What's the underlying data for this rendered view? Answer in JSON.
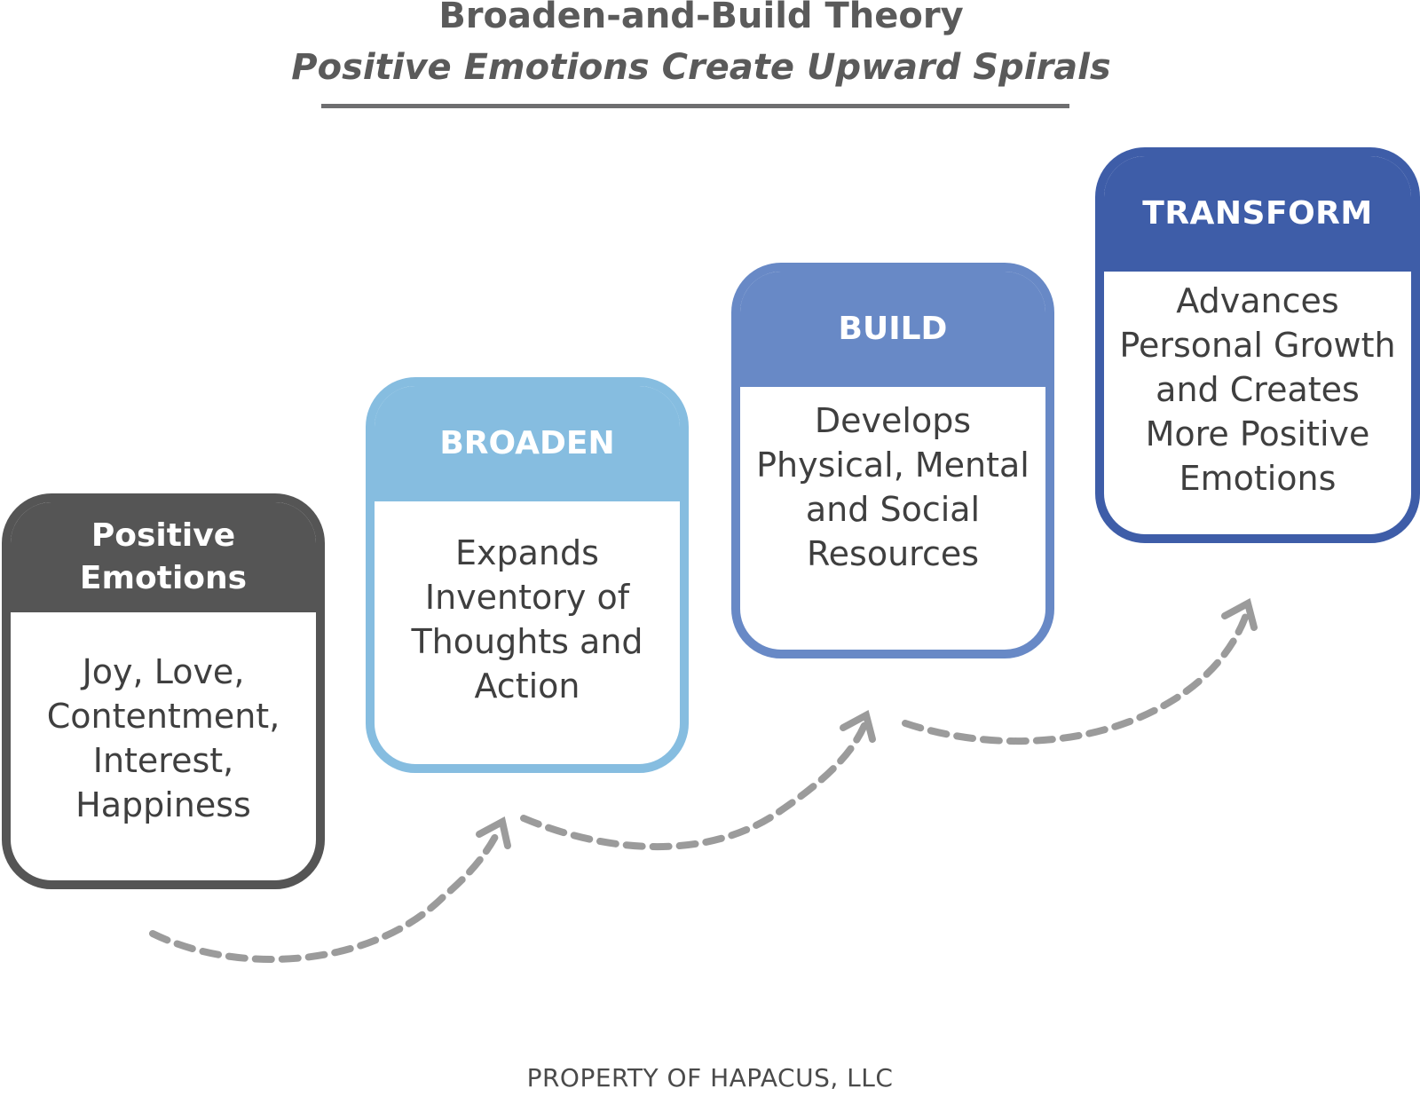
{
  "title": "Broaden-and-Build Theory",
  "subtitle": "Positive Emotions Create Upward Spirals",
  "colors": {
    "positive_emotions": "#555555",
    "broaden": "#86bde0",
    "build": "#6889c6",
    "transform": "#3e5da8",
    "arrow": "#9b9b9b"
  },
  "boxes": [
    {
      "heading": "Positive Emotions",
      "body": "Joy, Love, Contentment, Interest, Happiness"
    },
    {
      "heading": "BROADEN",
      "body": "Expands Inventory of Thoughts and Action"
    },
    {
      "heading": "BUILD",
      "body": "Develops Physical, Mental and Social Resources"
    },
    {
      "heading": "TRANSFORM",
      "body": "Advances Personal Growth and Creates More Positive Emotions"
    }
  ],
  "footer": "PROPERTY OF HAPACUS, LLC"
}
